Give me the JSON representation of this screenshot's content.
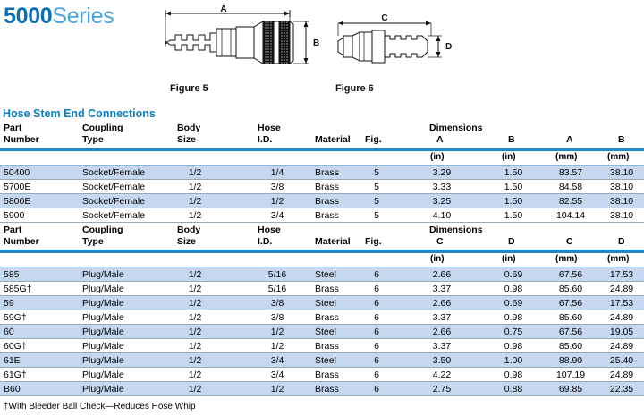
{
  "title": {
    "part1": "5000",
    "part2": "Series"
  },
  "figures": [
    {
      "caption": "Figure 5",
      "dim_labels": [
        "A",
        "B"
      ],
      "description": "socket-female-coupling-drawing"
    },
    {
      "caption": "Figure 6",
      "dim_labels": [
        "C",
        "D"
      ],
      "description": "plug-male-coupling-drawing"
    }
  ],
  "section_title": "Hose Stem End Connections",
  "tables": [
    {
      "headers": {
        "part_number": [
          "Part",
          "Number"
        ],
        "coupling_type": [
          "Coupling",
          "Type"
        ],
        "body_size": [
          "Body",
          "Size"
        ],
        "hose_id": [
          "Hose",
          "I.D."
        ],
        "material": "Material",
        "fig": "Fig.",
        "dimensions_group": "Dimensions",
        "dim1": "A",
        "dim2": "B",
        "dim3": "A",
        "dim4": "B"
      },
      "units": [
        "(in)",
        "(in)",
        "(mm)",
        "(mm)"
      ],
      "rows": [
        {
          "part": "50400",
          "coupling": "Socket/Female",
          "body": "1/2",
          "hose": "1/4",
          "material": "Brass",
          "fig": "5",
          "d1": "3.29",
          "d2": "1.50",
          "d3": "83.57",
          "d4": "38.10"
        },
        {
          "part": "5700E",
          "coupling": "Socket/Female",
          "body": "1/2",
          "hose": "3/8",
          "material": "Brass",
          "fig": "5",
          "d1": "3.33",
          "d2": "1.50",
          "d3": "84.58",
          "d4": "38.10"
        },
        {
          "part": "5800E",
          "coupling": "Socket/Female",
          "body": "1/2",
          "hose": "1/2",
          "material": "Brass",
          "fig": "5",
          "d1": "3.25",
          "d2": "1.50",
          "d3": "82.55",
          "d4": "38.10"
        },
        {
          "part": "5900",
          "coupling": "Socket/Female",
          "body": "1/2",
          "hose": "3/4",
          "material": "Brass",
          "fig": "5",
          "d1": "4.10",
          "d2": "1.50",
          "d3": "104.14",
          "d4": "38.10"
        }
      ]
    },
    {
      "headers": {
        "part_number": [
          "Part",
          "Number"
        ],
        "coupling_type": [
          "Coupling",
          "Type"
        ],
        "body_size": [
          "Body",
          "Size"
        ],
        "hose_id": [
          "Hose",
          "I.D."
        ],
        "material": "Material",
        "fig": "Fig.",
        "dimensions_group": "Dimensions",
        "dim1": "C",
        "dim2": "D",
        "dim3": "C",
        "dim4": "D"
      },
      "units": [
        "(in)",
        "(in)",
        "(mm)",
        "(mm)"
      ],
      "rows": [
        {
          "part": "585",
          "coupling": "Plug/Male",
          "body": "1/2",
          "hose": "5/16",
          "material": "Steel",
          "fig": "6",
          "d1": "2.66",
          "d2": "0.69",
          "d3": "67.56",
          "d4": "17.53"
        },
        {
          "part": "585G†",
          "coupling": "Plug/Male",
          "body": "1/2",
          "hose": "5/16",
          "material": "Brass",
          "fig": "6",
          "d1": "3.37",
          "d2": "0.98",
          "d3": "85.60",
          "d4": "24.89"
        },
        {
          "part": "59",
          "coupling": "Plug/Male",
          "body": "1/2",
          "hose": "3/8",
          "material": "Steel",
          "fig": "6",
          "d1": "2.66",
          "d2": "0.69",
          "d3": "67.56",
          "d4": "17.53"
        },
        {
          "part": "59G†",
          "coupling": "Plug/Male",
          "body": "1/2",
          "hose": "3/8",
          "material": "Brass",
          "fig": "6",
          "d1": "3.37",
          "d2": "0.98",
          "d3": "85.60",
          "d4": "24.89"
        },
        {
          "part": "60",
          "coupling": "Plug/Male",
          "body": "1/2",
          "hose": "1/2",
          "material": "Steel",
          "fig": "6",
          "d1": "2.66",
          "d2": "0.75",
          "d3": "67.56",
          "d4": "19.05"
        },
        {
          "part": "60G†",
          "coupling": "Plug/Male",
          "body": "1/2",
          "hose": "1/2",
          "material": "Brass",
          "fig": "6",
          "d1": "3.37",
          "d2": "0.98",
          "d3": "85.60",
          "d4": "24.89"
        },
        {
          "part": "61E",
          "coupling": "Plug/Male",
          "body": "1/2",
          "hose": "3/4",
          "material": "Steel",
          "fig": "6",
          "d1": "3.50",
          "d2": "1.00",
          "d3": "88.90",
          "d4": "25.40"
        },
        {
          "part": "61G†",
          "coupling": "Plug/Male",
          "body": "1/2",
          "hose": "3/4",
          "material": "Brass",
          "fig": "6",
          "d1": "4.22",
          "d2": "0.98",
          "d3": "107.19",
          "d4": "24.89"
        },
        {
          "part": "B60",
          "coupling": "Plug/Male",
          "body": "1/2",
          "hose": "1/2",
          "material": "Brass",
          "fig": "6",
          "d1": "2.75",
          "d2": "0.88",
          "d3": "69.85",
          "d4": "22.35"
        }
      ]
    }
  ],
  "footnote": "†With Bleeder Ball Check—Reduces Hose Whip",
  "colors": {
    "brand_blue_dark": "#0b6fb4",
    "brand_blue_light": "#4aa3dc",
    "rule_blue": "#1e86c9",
    "row_band": "#c5d8ef",
    "row_divider": "#9aa7b4"
  }
}
